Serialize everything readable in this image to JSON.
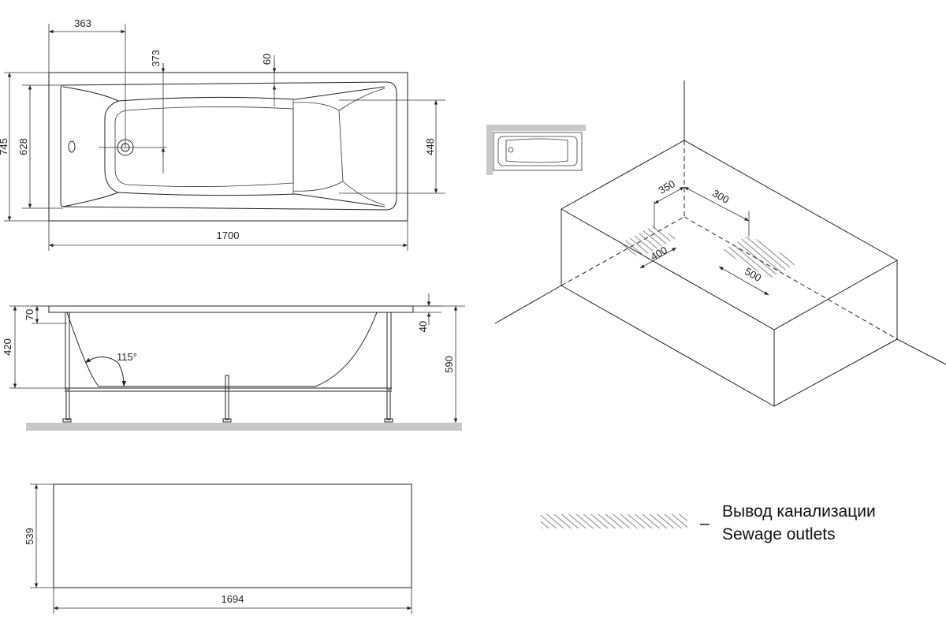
{
  "top_view": {
    "dim_363": "363",
    "dim_373": "373",
    "dim_60": "60",
    "dim_745": "745",
    "dim_628": "628",
    "dim_448": "448",
    "dim_1700": "1700"
  },
  "side_view": {
    "dim_70": "70",
    "dim_420": "420",
    "dim_40": "40",
    "dim_590": "590",
    "angle_115": "115°"
  },
  "panel_view": {
    "dim_539": "539",
    "dim_1694": "1694"
  },
  "iso_view": {
    "dim_350": "350",
    "dim_300": "300",
    "dim_400": "400",
    "dim_500": "500"
  },
  "legend": {
    "dash": "–",
    "label_ru": "Вывод канализации",
    "label_en": "Sewage outlets"
  },
  "colors": {
    "line": "#222222",
    "floor": "#c8c8c8",
    "hatch": "#555555"
  }
}
